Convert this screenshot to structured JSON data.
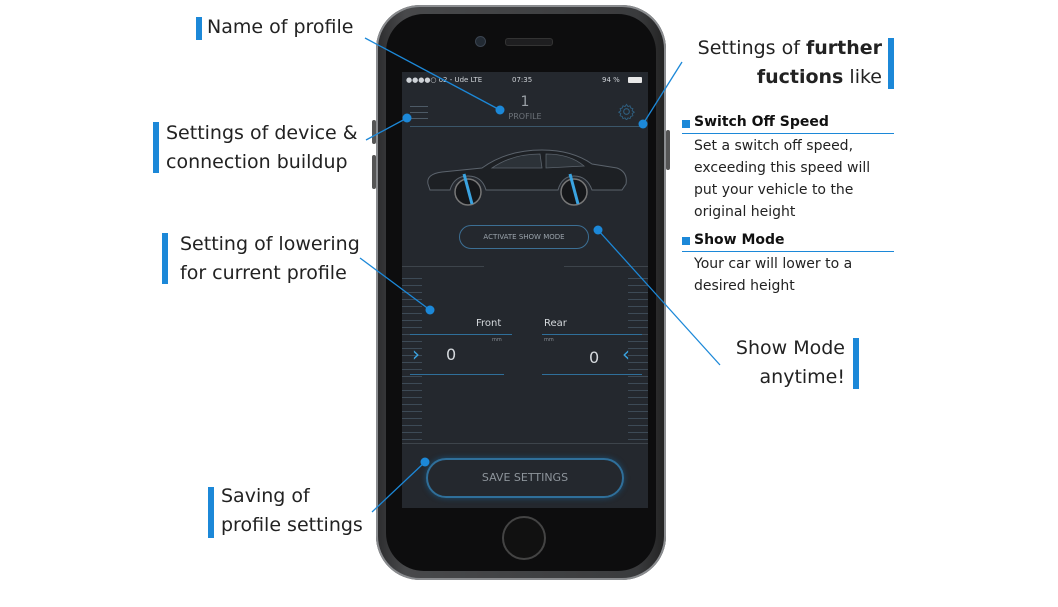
{
  "app": {
    "status_bar": {
      "carrier": "●●●●○ o2 - Ude  LTE",
      "time": "07:35",
      "battery": "94 %"
    },
    "profile": {
      "number": "1",
      "label": "PROFILE"
    },
    "show_mode_button": "ACTIVATE SHOW MODE",
    "front": {
      "label": "Front",
      "unit": "mm",
      "value": "0"
    },
    "rear": {
      "label": "Rear",
      "unit": "mm",
      "value": "0"
    },
    "save_button": "SAVE SETTINGS",
    "icons": {
      "menu": "hamburger-icon",
      "settings": "gear-icon",
      "increase": "chevron-right-icon",
      "decrease": "chevron-left-icon"
    }
  },
  "annotations": {
    "name_of_profile": "Name of profile",
    "device_settings": [
      "Settings of device &",
      "connection buildup"
    ],
    "lowering": [
      "Setting of lowering",
      "for current profile"
    ],
    "saving": [
      "Saving of",
      "profile settings"
    ],
    "further": {
      "line1_a": "Settings of ",
      "line1_b": "further",
      "line2_a": "fuctions",
      "line2_b": " like"
    },
    "switch_off": {
      "title": "Switch Off Speed",
      "lines": [
        "Set a switch off speed,",
        "exceeding this speed will",
        "put your vehicle to the",
        "original height"
      ]
    },
    "show_mode": {
      "title": "Show Mode",
      "lines": [
        "Your car will lower to a",
        "desired height"
      ]
    },
    "show_anytime": [
      "Show Mode",
      "anytime!"
    ]
  },
  "colors": {
    "accent": "#1c88d8",
    "screen": "#24282e"
  }
}
